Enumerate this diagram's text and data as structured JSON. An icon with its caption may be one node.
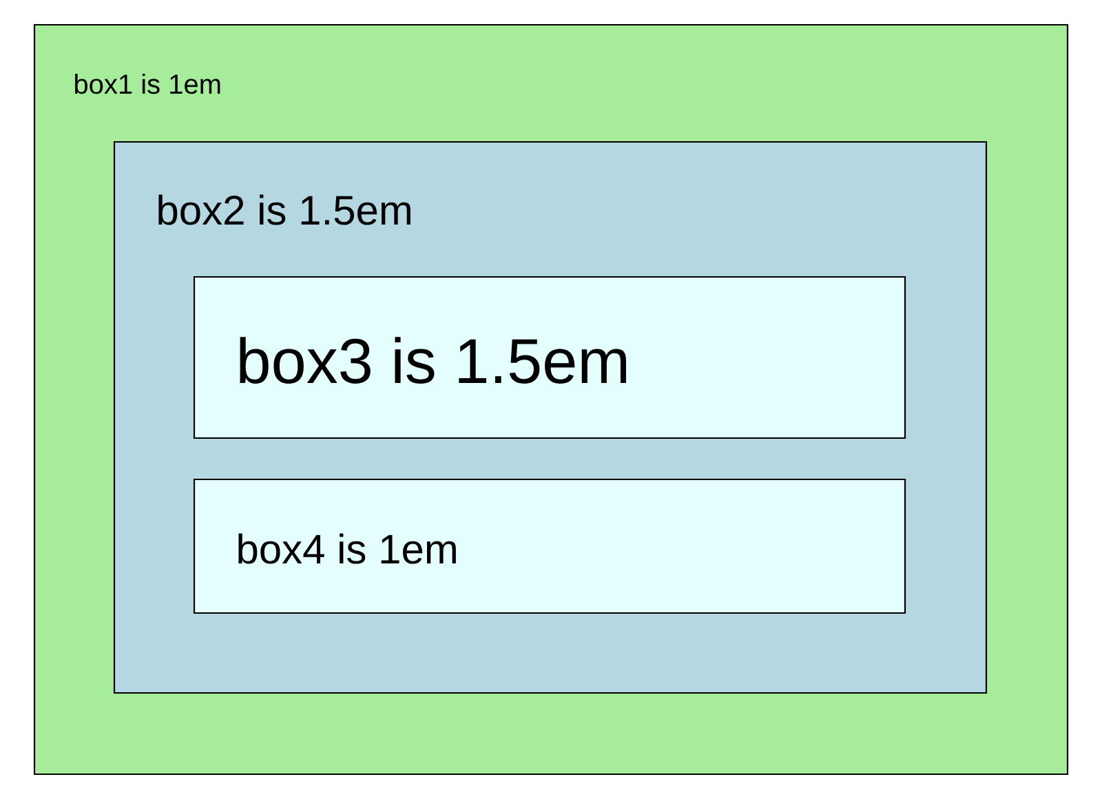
{
  "diagram": {
    "nodes": [
      {
        "text": [
          "box1 is 1em"
        ]
      },
      {
        "text": [
          "box2 is 1.5em"
        ],
        "in": 0
      },
      {
        "text": [
          "box3 is 1.5em"
        ],
        "in": 1
      },
      {
        "text": [
          "box4 is 1em"
        ],
        "in": 1
      }
    ]
  }
}
